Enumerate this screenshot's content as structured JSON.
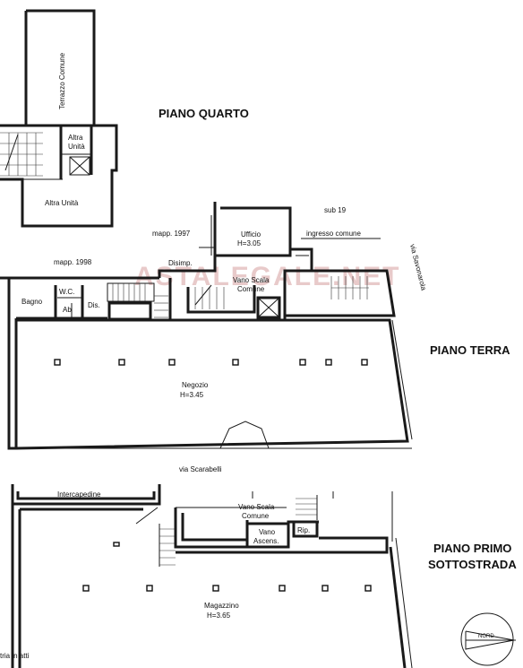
{
  "floors": {
    "fourth": "PIANO QUARTO",
    "ground": "PIANO TERRA",
    "basement_line1": "PIANO PRIMO",
    "basement_line2": "SOTTOSTRADA"
  },
  "rooms": {
    "terrazzo": "Terrazzo Comune",
    "altra_unita_small_1": "Altra",
    "altra_unita_small_2": "Unità",
    "altra_unita": "Altra Unità",
    "ufficio": "Ufficio",
    "ufficio_h": "H=3.05",
    "disimp": "Disimp.",
    "vano_scala": "Vano Scala",
    "comune": "Comune",
    "bagno": "Bagno",
    "wc": "W.C.",
    "ab": "Ab",
    "dis": "Dis.",
    "negozio": "Negozio",
    "negozio_h": "H=3.45",
    "intercapedine": "Intercapedine",
    "vano_scala_b": "Vano Scala",
    "comune_b": "Comune",
    "vano_ascens_1": "Vano",
    "vano_ascens_2": "Ascens.",
    "rip": "Rip.",
    "magazzino": "Magazzino",
    "magazzino_h": "H=3.65"
  },
  "labels": {
    "mapp_1997": "mapp. 1997",
    "mapp_1998": "mapp. 1998",
    "sub_19": "sub 19",
    "ingresso": "ingresso comune",
    "via_savonarola": "via Savonarola",
    "via_scarabelli": "via Scarabelli",
    "nord": "NORD",
    "corner_text": "tria in atti",
    "watermark": "ASTALEGALE.NET"
  }
}
